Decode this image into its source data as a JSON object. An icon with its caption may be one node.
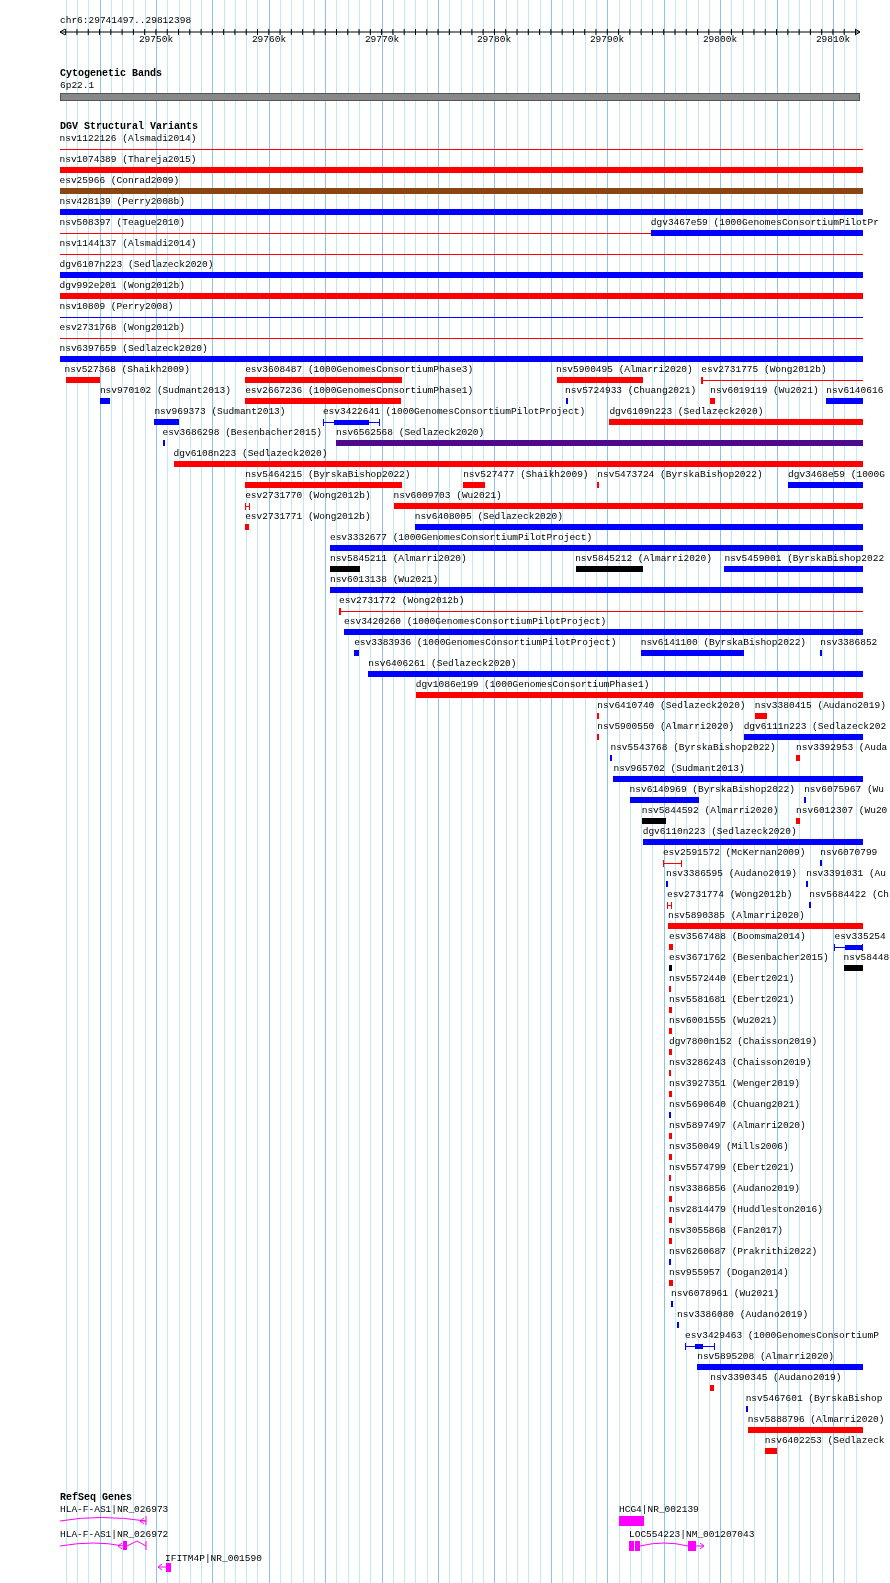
{
  "diagram": {
    "labels": [
      "chr6:29741497..29812398",
      "29750k",
      "29760k",
      "29770k",
      "29780k",
      "29790k",
      "29800k",
      "29810k",
      "Cytogenetic Bands",
      "6p22.1",
      "DGV Structural Variants",
      "nsv1122126 (Alsmadi2014)",
      "nsv1074389 (Thareja2015)",
      "esv25966 (Conrad2009)",
      "nsv428139 (Perry2008b)",
      "nsv508397 (Teague2010)",
      "dgv3467e59 (1000GenomesConsortiumPilotPr",
      "nsv1144137 (Alsmadi2014)",
      "dgv6107n223 (Sedlazeck2020)",
      "dgv992e201 (Wong2012b)",
      "nsv10809 (Perry2008)",
      "esv2731768 (Wong2012b)",
      "nsv6397659 (Sedlazeck2020)",
      "nsv527368 (Shaikh2009)",
      "esv3608487 (1000GenomesConsortiumPhase3)",
      "nsv5900495 (Almarri2020)",
      "esv2731775 (Wong2012b)",
      "nsv970102 (Sudmant2013)",
      "esv2667236 (1000GenomesConsortiumPhase1)",
      "nsv5724933 (Chuang2021)",
      "nsv6019119 (Wu2021)",
      "nsv6140616",
      "nsv969373 (Sudmant2013)",
      "esv3422641 (1000GenomesConsortiumPilotProject)",
      "dgv6109n223 (Sedlazeck2020)",
      "esv3686298 (Besenbacher2015)",
      "nsv6562568 (Sedlazeck2020)",
      "dgv6108n223 (Sedlazeck2020)",
      "nsv5464215 (ByrskaBishop2022)",
      "nsv527477 (Shaikh2009)",
      "nsv5473724 (ByrskaBishop2022)",
      "dgv3468e59 (1000G",
      "esv2731770 (Wong2012b)",
      "nsv6009703 (Wu2021)",
      "esv2731771 (Wong2012b)",
      "nsv6408005 (Sedlazeck2020)",
      "esv3332677 (1000GenomesConsortiumPilotProject)",
      "nsv5845211 (Almarri2020)",
      "nsv5845212 (Almarri2020)",
      "nsv5459001 (ByrskaBishop2022",
      "nsv6013138 (Wu2021)",
      "esv2731772 (Wong2012b)",
      "esv3420260 (1000GenomesConsortiumPilotProject)",
      "esv3383936 (1000GenomesConsortiumPilotProject)",
      "nsv6141100 (ByrskaBishop2022)",
      "nsv3386852",
      "nsv6406261 (Sedlazeck2020)",
      "dgv1086e199 (1000GenomesConsortiumPhase1)",
      "nsv6410740 (Sedlazeck2020)",
      "nsv3380415 (Audano2019)",
      "nsv5900550 (Almarri2020)",
      "dgv6111n223 (Sedlazeck202",
      "nsv5543768 (ByrskaBishop2022)",
      "nsv3392953 (Auda",
      "nsv965702 (Sudmant2013)",
      "nsv6140969 (ByrskaBishop2022)",
      "nsv6075967 (Wu",
      "nsv5844592 (Almarri2020)",
      "nsv6012307 (Wu20",
      "dgv6110n223 (Sedlazeck2020)",
      "esv2591572 (McKernan2009)",
      "nsv6070799",
      "nsv3386595 (Audano2019)",
      "nsv3391031 (Au",
      "esv2731774 (Wong2012b)",
      "nsv5684422 (Ch",
      "nsv5890385 (Almarri2020)",
      "esv3567488 (Boomsma2014)",
      "esv335254",
      "esv3671762 (Besenbacher2015)",
      "nsv58448",
      "nsv5572440 (Ebert2021)",
      "nsv5581681 (Ebert2021)",
      "nsv6001555 (Wu2021)",
      "dgv7800n152 (Chaisson2019)",
      "nsv3286243 (Chaisson2019)",
      "nsv3927351 (Wenger2019)",
      "nsv5690640 (Chuang2021)",
      "nsv5897497 (Almarri2020)",
      "nsv350049 (Mills2006)",
      "nsv5574799 (Ebert2021)",
      "nsv3386856 (Audano2019)",
      "nsv2814479 (Huddleston2016)",
      "nsv3055868 (Fan2017)",
      "nsv6260687 (Prakrithi2022)",
      "nsv955957 (Dogan2014)",
      "nsv6078961 (Wu2021)",
      "nsv3386080 (Audano2019)",
      "esv3429463 (1000GenomesConsortiumP",
      "nsv5895208 (Almarri2020)",
      "nsv3390345 (Audano2019)",
      "nsv5467601 (ByrskaBishop",
      "nsv5888796 (Almarri2020)",
      "nsv6402253 (Sedlazeck",
      "RefSeq Genes",
      "HLA-F-AS1|NR_026973",
      "HCG4|NR_002139",
      "HLA-F-AS1|NR_026972",
      "LOC554223|NM_001207043",
      "IFITM4P|NR_001590"
    ]
  }
}
